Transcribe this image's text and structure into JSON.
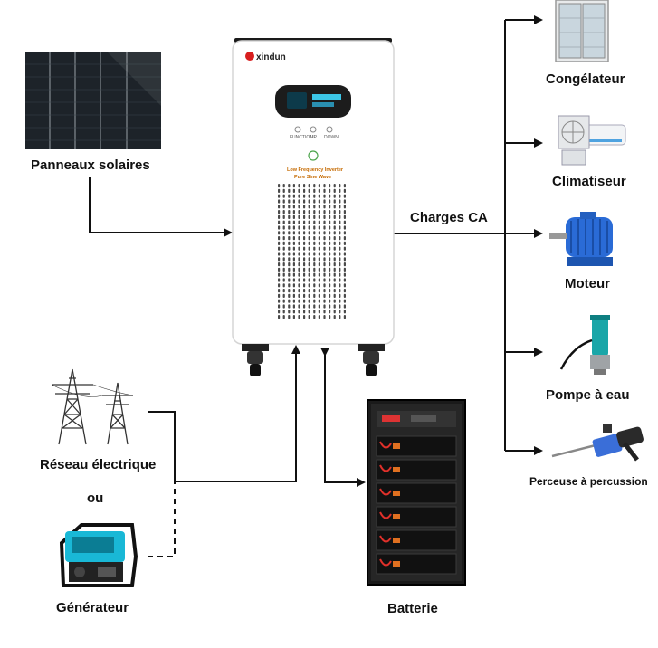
{
  "inverter": {
    "brand": "xindun",
    "tagline": "Low Frequency Inverter",
    "subtitle": "Pure Sine Wave",
    "buttons": [
      "FUNCTION",
      "UP",
      "DOWN"
    ]
  },
  "sources": {
    "solar": "Panneaux solaires",
    "grid": "Réseau électrique",
    "or": "ou",
    "generator": "Générateur"
  },
  "storage": {
    "battery": "Batterie"
  },
  "output": {
    "label": "Charges CA",
    "loads": [
      "Congélateur",
      "Climatiseur",
      "Moteur",
      "Pompe à eau",
      "Perceuse à percussion"
    ]
  },
  "colors": {
    "line": "#111111",
    "inverter": "#ffffff",
    "display": "#1c1c1c",
    "generator_accent": "#19b8d6",
    "motor": "#2a6bd6",
    "pump": "#1aa6a8"
  }
}
